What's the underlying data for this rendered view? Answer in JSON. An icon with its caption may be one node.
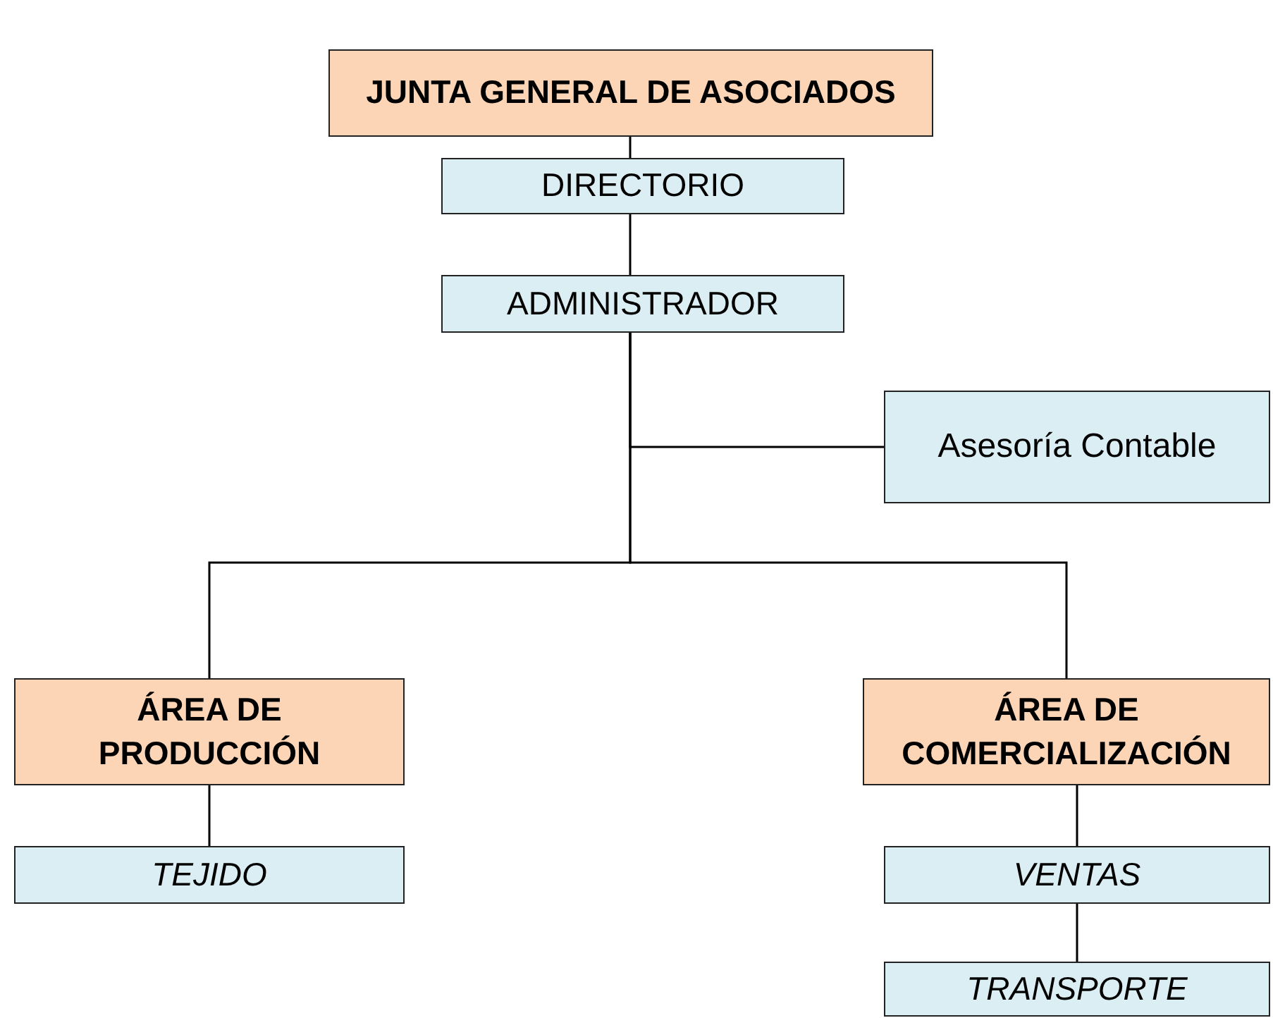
{
  "diagram": {
    "nodes": [
      {
        "text": [
          "JUNTA GENERAL DE ASOCIADOS"
        ]
      },
      {
        "text": [
          "DIRECTORIO"
        ]
      },
      {
        "text": [
          "ADMINISTRADOR"
        ]
      },
      {
        "text": [
          "Asesoría Contable"
        ]
      },
      {
        "text": [
          "ÁREA DE PRODUCCIÓN"
        ]
      },
      {
        "text": [
          "ÁREA DE COMERCIALIZACIÓN"
        ]
      },
      {
        "text": [
          "TEJIDO"
        ]
      },
      {
        "text": [
          "VENTAS"
        ]
      },
      {
        "text": [
          "TRANSPORTE"
        ]
      }
    ],
    "edges": [
      {
        "from": 0,
        "to": 1,
        "arrow": "none"
      },
      {
        "from": 1,
        "to": 2,
        "arrow": "none"
      },
      {
        "from": 2,
        "to": 3,
        "arrow": "none"
      },
      {
        "from": 2,
        "to": 4,
        "arrow": "none"
      },
      {
        "from": 2,
        "to": 5,
        "arrow": "none"
      },
      {
        "from": 4,
        "to": 6,
        "arrow": "none"
      },
      {
        "from": 5,
        "to": 7,
        "arrow": "none"
      },
      {
        "from": 7,
        "to": 8,
        "arrow": "none"
      }
    ]
  }
}
